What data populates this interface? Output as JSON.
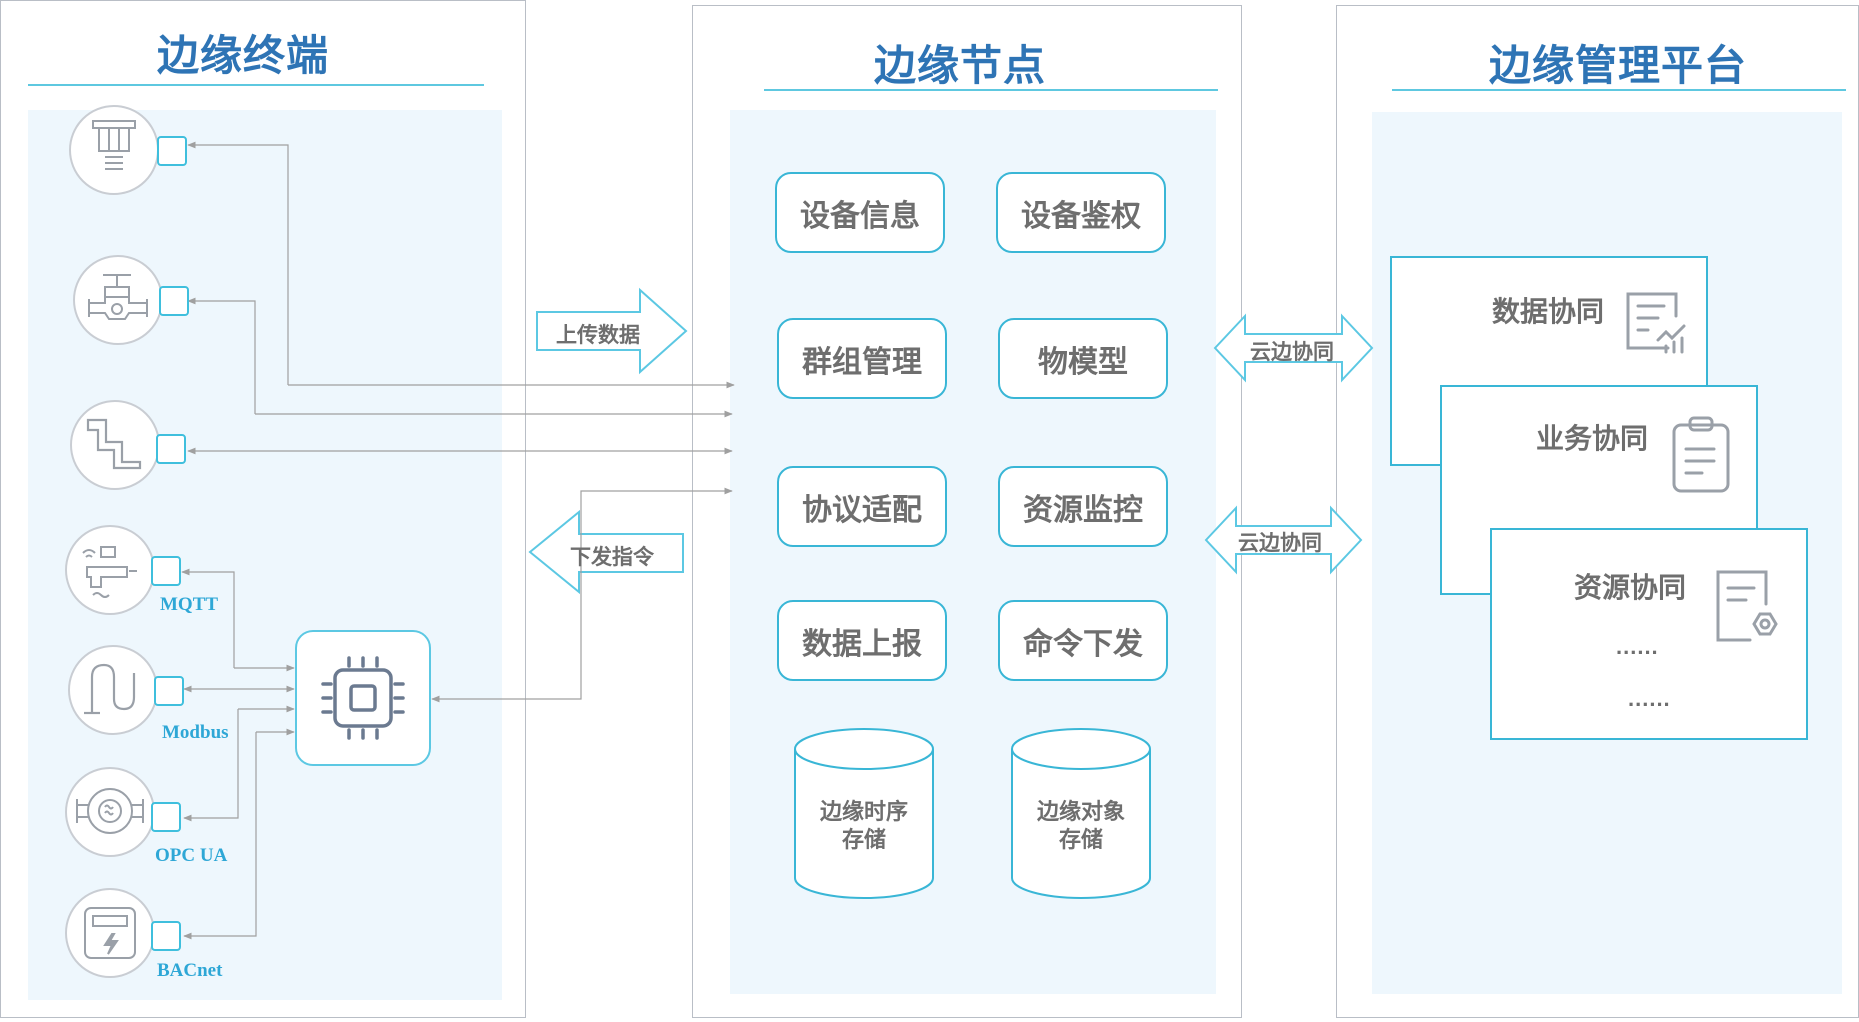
{
  "panels": {
    "terminal": {
      "title": "边缘终端"
    },
    "node": {
      "title": "边缘节点"
    },
    "platform": {
      "title": "边缘管理平台"
    }
  },
  "node_functions": [
    {
      "label": "设备信息"
    },
    {
      "label": "设备鉴权"
    },
    {
      "label": "群组管理"
    },
    {
      "label": "物模型"
    },
    {
      "label": "协议适配"
    },
    {
      "label": "资源监控"
    },
    {
      "label": "数据上报"
    },
    {
      "label": "命令下发"
    }
  ],
  "storage": [
    {
      "line1": "边缘时序",
      "line2": "存储"
    },
    {
      "line1": "边缘对象",
      "line2": "存储"
    }
  ],
  "arrows": {
    "upload": "上传数据",
    "command": "下发指令",
    "collab_top": "云边协同",
    "collab_bottom": "云边协同"
  },
  "protocols": {
    "mqtt": "MQTT",
    "modbus": "Modbus",
    "opcua": "OPC UA",
    "bacnet": "BACnet"
  },
  "collab_cards": [
    {
      "title": "数据协同",
      "icon": "data-report-icon"
    },
    {
      "title": "业务协同",
      "icon": "clipboard-icon"
    },
    {
      "title": "资源协同",
      "icon": "document-gear-icon",
      "extra1": "......",
      "extra2": "......"
    }
  ],
  "devices": [
    {
      "icon": "sprinkler-icon"
    },
    {
      "icon": "valve-icon"
    },
    {
      "icon": "pipe-icon"
    },
    {
      "icon": "wireless-faucet-icon"
    },
    {
      "icon": "hose-icon"
    },
    {
      "icon": "pump-icon"
    },
    {
      "icon": "electric-meter-icon"
    }
  ],
  "gateway": {
    "icon": "chip-icon"
  },
  "colors": {
    "accent": "#39b6d6",
    "title": "#2e74b5",
    "panel_bg": "#eef7fd",
    "text": "#6e6e6e",
    "arrow": "#a0a0a0"
  }
}
